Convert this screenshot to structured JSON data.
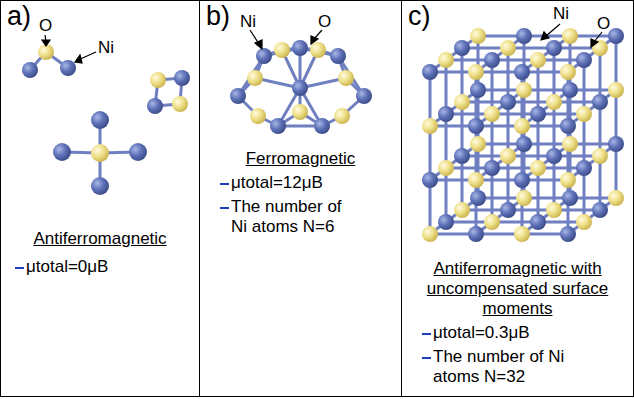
{
  "diagram": {
    "nodes": [
      {
        "text": [
          "a)",
          "Antiferromagnetic",
          "μtotal=0μB"
        ]
      },
      {
        "text": [
          "b)",
          "Ferromagnetic",
          "μtotal=12μB",
          "The number of Ni atoms N=6"
        ]
      },
      {
        "text": [
          "c)",
          "Antiferromagnetic with uncompensated surface moments",
          "μtotal=0.3μB",
          "The number of Ni atoms N=32"
        ]
      }
    ],
    "edges": [],
    "labels": [
      "O",
      "Ni",
      "Ni",
      "O",
      "Ni",
      "O"
    ]
  }
}
